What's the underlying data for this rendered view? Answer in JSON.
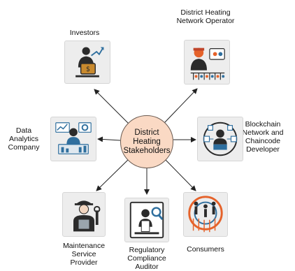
{
  "hub": {
    "label": "District Heating Stakeholders"
  },
  "stakeholders": {
    "investors": {
      "label": "Investors",
      "icon": "investor-briefcase-icon"
    },
    "operator": {
      "label": "District Heating Network Operator",
      "icon": "network-operator-icon"
    },
    "analytics": {
      "label": "Data Analytics Company",
      "icon": "data-analytics-icon"
    },
    "blockchain": {
      "label": "Blockchain Network and Chaincode Developer",
      "icon": "blockchain-developer-icon"
    },
    "maintenance": {
      "label": "Maintenance Service Provider",
      "icon": "maintenance-worker-icon"
    },
    "regulatory": {
      "label": "Regulatory Compliance Auditor",
      "icon": "compliance-auditor-icon"
    },
    "consumers": {
      "label": "Consumers",
      "icon": "consumers-icon"
    }
  },
  "colors": {
    "hub_fill": "#fad9c4",
    "accent_orange": "#e5622a",
    "accent_blue": "#2f6f9e",
    "dark": "#2b2b2b"
  }
}
